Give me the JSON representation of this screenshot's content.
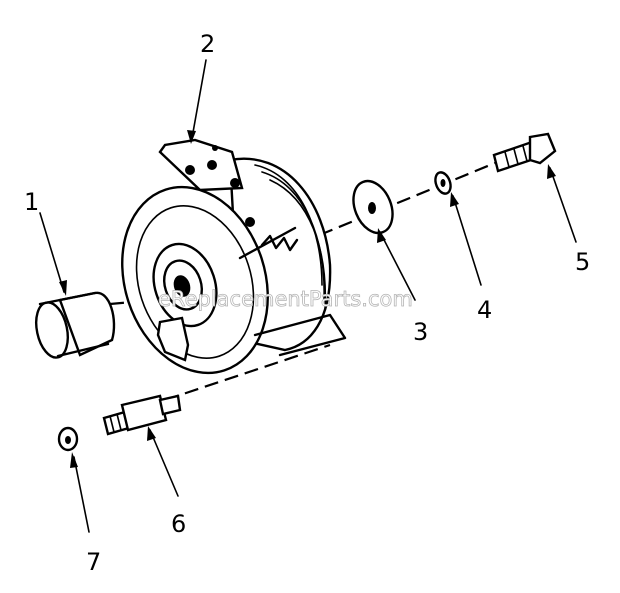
{
  "callouts": [
    "1",
    "2",
    "3",
    "4",
    "5",
    "6",
    "7"
  ],
  "watermark": "eReplacementParts.com"
}
